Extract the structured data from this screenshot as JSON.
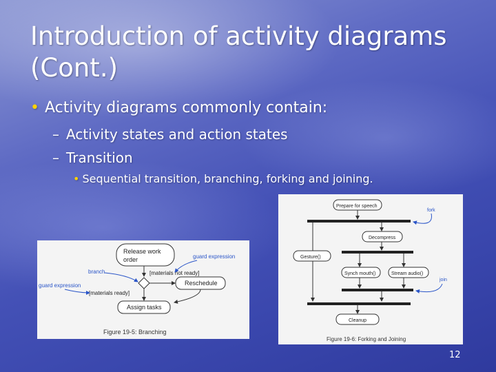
{
  "slide": {
    "title_line1": "Introduction of activity diagrams",
    "title_line2": "(Cont.)",
    "bullet1": "Activity diagrams commonly contain:",
    "sub1": "Activity states and action states",
    "sub2": "Transition",
    "subsub1": "Sequential transition, branching, forking and joining.",
    "page_number": "12",
    "bullet_symbol": "•",
    "dash_symbol": "–"
  },
  "figure_branching": {
    "caption": "Figure 19-5: Branching",
    "release_line1": "Release work",
    "release_line2": "order",
    "reschedule": "Reschedule",
    "assign": "Assign tasks",
    "guard_not_ready": "[materials not ready]",
    "guard_ready": "[materials ready]",
    "label_branch": "branch",
    "label_guard_expression_top": "guard expression",
    "label_guard_expression_left": "guard expression"
  },
  "figure_forking": {
    "caption": "Figure 19-6: Forking and Joining",
    "prepare": "Prepare for speech",
    "decompress": "Decompress",
    "gesture": "Gesture()",
    "synch": "Synch mouth()",
    "stream": "Stream audio()",
    "cleanup": "Cleanup",
    "label_fork": "fork",
    "label_join": "join"
  },
  "colors": {
    "bullet_yellow": "#ffd200",
    "annotation_blue": "#2a55c8"
  }
}
